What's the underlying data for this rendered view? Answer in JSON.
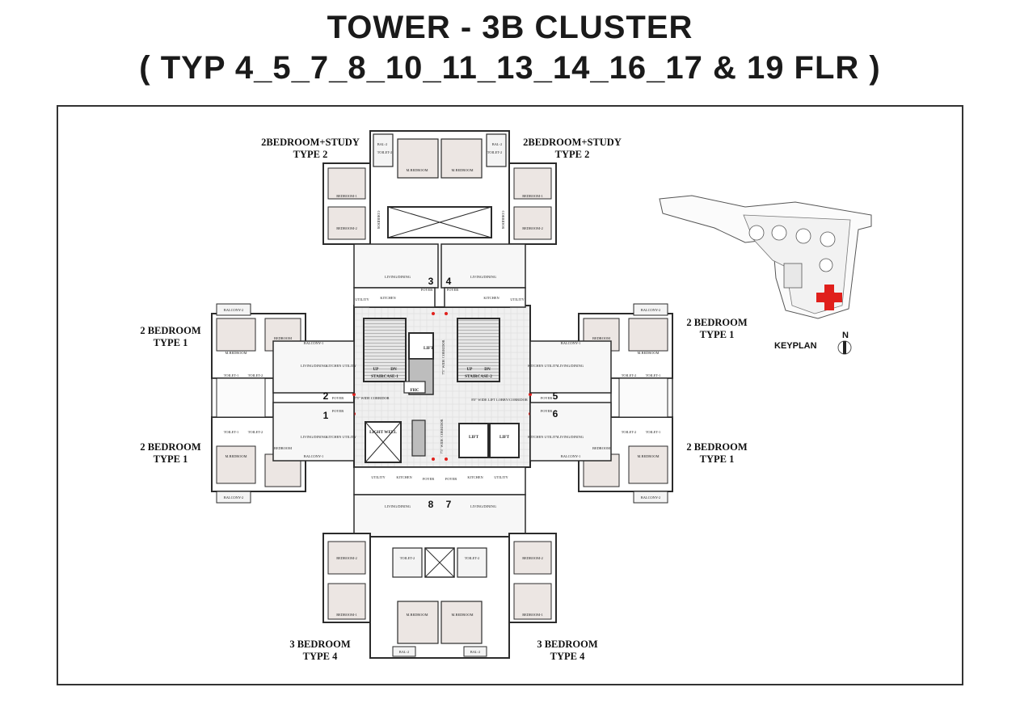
{
  "title": "TOWER - 3B CLUSTER",
  "subtitle": "( TYP 4_5_7_8_10_11_13_14_16_17 & 19 FLR )",
  "unit_labels": {
    "top_left": [
      "2BEDROOM+STUDY",
      "TYPE 2"
    ],
    "top_right": [
      "2BEDROOM+STUDY",
      "TYPE 2"
    ],
    "left_upper": [
      "2 BEDROOM",
      "TYPE 1"
    ],
    "left_lower": [
      "2 BEDROOM",
      "TYPE 1"
    ],
    "right_upper": [
      "2 BEDROOM",
      "TYPE 1"
    ],
    "right_lower": [
      "2 BEDROOM",
      "TYPE 1"
    ],
    "bottom_left": [
      "3 BEDROOM",
      "TYPE 4"
    ],
    "bottom_right": [
      "3 BEDROOM",
      "TYPE 4"
    ]
  },
  "unit_numbers": [
    "1",
    "2",
    "3",
    "4",
    "5",
    "6",
    "7",
    "8"
  ],
  "core_labels": {
    "lift": "LIFT",
    "staircase_1": "STAIRCASE-1",
    "staircase_2": "STAIRCASE-2",
    "corridor_left": "7'5\" WIDE CORRIDOR",
    "lift_lobby": "8'0\" WIDE LIFT LOBBY/CORRIDOR",
    "corridor_top": "7'5\" WIDE CORRIDOR",
    "corridor_bottom": "7'5\" WIDE CORRIDOR",
    "light_well": "LIGHT WELL",
    "fhc": "FHC",
    "up": "UP",
    "dn": "DN"
  },
  "room_labels": {
    "bedroom": "BEDROOM",
    "bedroom_1": "BEDROOM-1",
    "bedroom_2": "BEDROOM-2",
    "m_bedroom": "M.BEDROOM",
    "living_dining": "LIVING/DINING",
    "kitchen": "KITCHEN",
    "utility": "UTILITY",
    "foyer": "FOYER",
    "toilet_1": "TOILET-1",
    "toilet_2": "TOILET-2",
    "balcony_1": "BALCONY-1",
    "balcony_2": "BALCONY-2",
    "bal_2": "BAL-2",
    "corridor": "CORRIDOR",
    "kitchen_utility": "KITCHEN UTILITY"
  },
  "keyplan": {
    "label": "KEYPLAN",
    "north": "N",
    "highlight_color": "#e0201c"
  },
  "colors": {
    "wall": "#2b2b2b",
    "floor_accent": "#b59a92",
    "core": "#cfcfcf",
    "highlight": "#e0201c"
  }
}
